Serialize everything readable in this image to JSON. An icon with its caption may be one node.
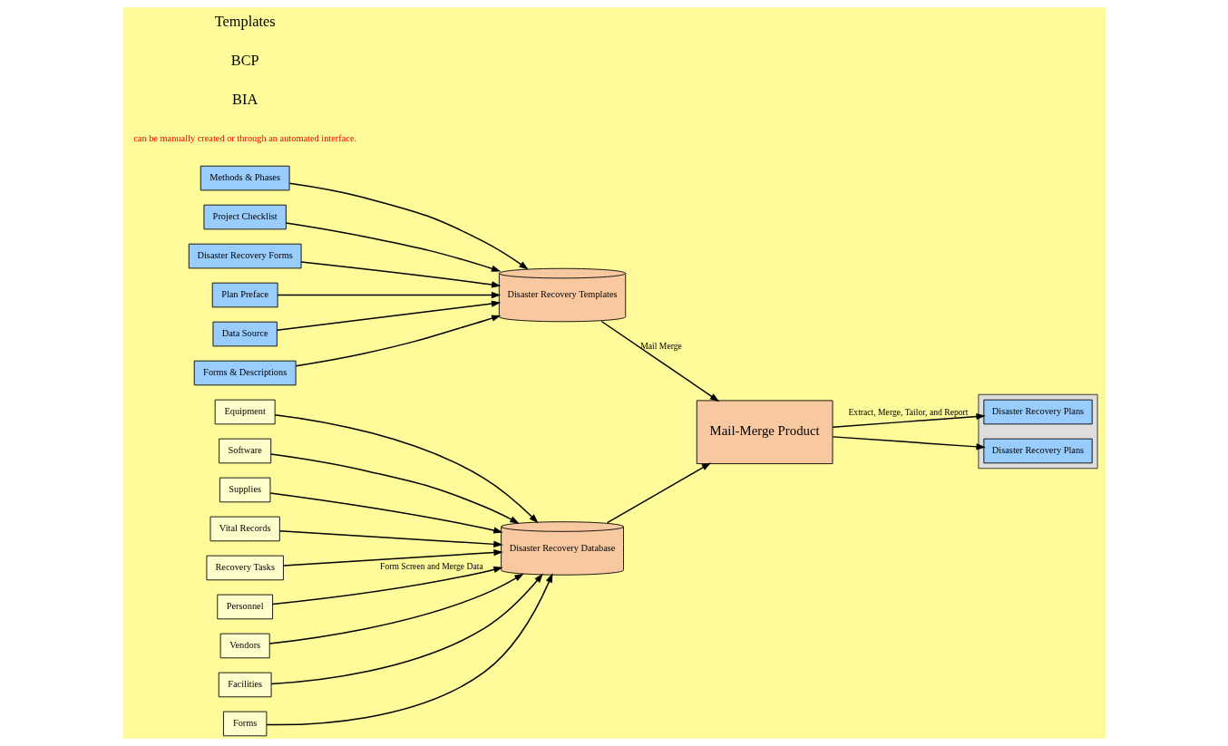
{
  "diagram": {
    "nodes": [
      {
        "text": [
          "Equipment"
        ]
      },
      {
        "text": [
          "Facilities"
        ]
      },
      {
        "text": [
          "Forms"
        ]
      },
      {
        "text": [
          "Software"
        ]
      },
      {
        "text": [
          "Supplies"
        ]
      },
      {
        "text": [
          "Vital Records"
        ]
      },
      {
        "text": [
          "Recovery Tasks"
        ]
      },
      {
        "text": [
          "Disaster Recovery Database"
        ]
      },
      {
        "text": [
          "Personnel"
        ]
      },
      {
        "text": [
          "Vendors"
        ]
      },
      {
        "text": [
          "Plan Preface"
        ]
      },
      {
        "text": [
          "Data Source"
        ]
      },
      {
        "text": [
          "Forms & Descriptions"
        ]
      },
      {
        "text": [
          "Methods & Phases"
        ]
      },
      {
        "text": [
          "Project Checklist"
        ]
      },
      {
        "text": [
          "Disaster Recovery Forms"
        ]
      },
      {
        "text": [
          "Mail-Merge Product"
        ]
      },
      {
        "text": [
          "Disaster Recovery Templates"
        ]
      },
      {
        "text": [],
        "shape": "box"
      },
      {
        "text": [
          "Disaster Recovery Plans"
        ],
        "in": 18
      },
      {
        "text": [
          "Disaster Recovery Plans"
        ],
        "in": 18
      }
    ],
    "edges": [
      {
        "from": 0,
        "to": 7,
        "arrow": "to"
      },
      {
        "from": 1,
        "to": 7,
        "arrow": "to"
      },
      {
        "from": 2,
        "to": 7,
        "arrow": "to"
      },
      {
        "from": 3,
        "to": 7,
        "arrow": "to"
      },
      {
        "from": 4,
        "to": 7,
        "arrow": "to"
      },
      {
        "from": 5,
        "to": 7,
        "arrow": "to"
      },
      {
        "from": 6,
        "to": 7,
        "arrow": "to"
      },
      {
        "from": 8,
        "to": 7,
        "arrow": "to",
        "label": "Form Screen and Merge Data"
      },
      {
        "from": 9,
        "to": 7,
        "arrow": "to"
      },
      {
        "from": 7,
        "to": 16,
        "arrow": "to"
      },
      {
        "from": 10,
        "to": 17,
        "arrow": "to"
      },
      {
        "from": 11,
        "to": 17,
        "arrow": "to"
      },
      {
        "from": 12,
        "to": 17,
        "arrow": "to"
      },
      {
        "from": 13,
        "to": 17,
        "arrow": "to"
      },
      {
        "from": 14,
        "to": 17,
        "arrow": "to"
      },
      {
        "from": 15,
        "to": 17,
        "arrow": "to"
      },
      {
        "from": 17,
        "to": 16,
        "arrow": "to",
        "label": "Mail Merge"
      },
      {
        "from": 16,
        "to": 19,
        "arrow": "to",
        "label": "Extract, Merge, Tailor, and Report"
      },
      {
        "from": 16,
        "to": 20,
        "arrow": "to"
      }
    ],
    "labels": [
      "can be manually created or through an automated interface.",
      "BIA",
      "BCP",
      "Templates"
    ]
  }
}
